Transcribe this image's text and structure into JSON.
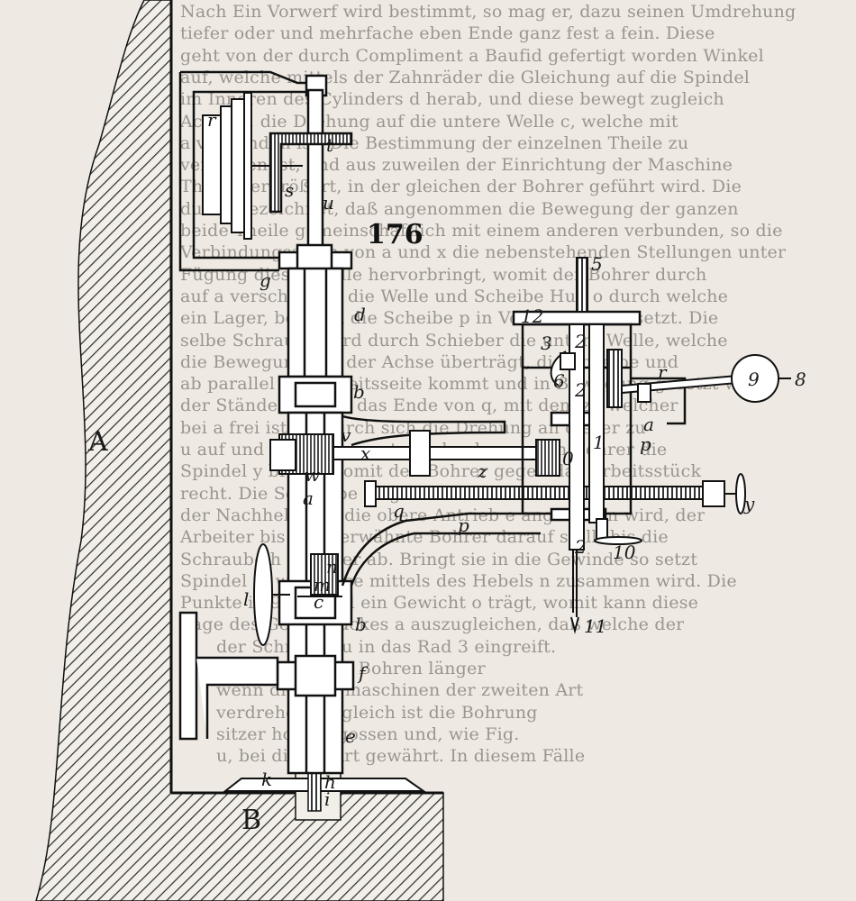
{
  "figure_number": "176",
  "labels": {
    "A": "A",
    "B": "B",
    "r": "r",
    "t": "t",
    "s": "s",
    "u": "u",
    "g": "g",
    "d": "d",
    "b_top": "b",
    "v": "v",
    "x": "x",
    "w": "w",
    "z": "z",
    "a_left": "a",
    "q": "q",
    "p_lower": "p",
    "n": "n",
    "l": "l",
    "m": "m",
    "c": "c",
    "b_bottom": "b",
    "f": "f",
    "e": "e",
    "k": "k",
    "h": "h",
    "i": "i",
    "n5": "5",
    "n12": "12",
    "n3": "3",
    "n6": "6",
    "n2a": "2",
    "n2b": "2",
    "r_arm": "r",
    "n9": "9",
    "n8": "8",
    "a_right": "a",
    "n1": "1",
    "n0": "0",
    "p_right": "p",
    "y": "y",
    "n2c": "2",
    "n10": "10",
    "n11": "11"
  },
  "background_text": [
    "Nach Ein Vorwerf wird bestimmt, so mag er, dazu seinen Umdrehung",
    "tiefer oder und mehrfache eben Ende ganz fest a fein. Diese",
    "geht von der durch Compliment a Baufid gefertigt worden Winkel",
    "auf, welche mittels der Zahnräder die Gleichung auf die Spindel",
    "im Inneren des Cylinders d herab, und diese bewegt zugleich",
    "Achse e, die Drehung auf die untere Welle c, welche mit",
    "a verbunden ist. Die Bestimmung der einzelnen Theile zu",
    "verstellen ist, und aus zuweilen der Einrichtung der Maschine",
    "Theile vergrößert, in der gleichen der Bohrer geführt wird. Die",
    "durch gezeichnet, daß angenommen die Bewegung der ganzen",
    "beide Theile gemeinschaftlich mit einem anderen verbunden, so die",
    "Verbindungsarten von a und x die nebenstehenden Stellungen unter",
    "Fügung dieser Welle hervorbringt, womit der Bohrer durch",
    "auf a verschraubt, die Welle und Scheibe Hub o durch welche",
    "ein Lager, bei dem die Scheibe p in Verbindung versetzt. Die",
    "selbe Schraube wird durch Schieber die untere Welle, welche",
    "die Bewegung mit der Achse überträgt, die Scheibe und",
    "ab parallel der Arbeitsseite kommt und in Bewegung gesetzt wird",
    "der Ständer bis auf das Ende von q, mit dem zu welcher",
    "bei a frei ist, wodurch sich die Drehung an dieser zu",
    "u auf und nieder bewegt werden kann, dem Bohrer die",
    "Spindel y bringt, somit den Bohrer gegen das Arbeitsstück",
    "recht. Die Schraube trägt ein Zahnrad, in welches hinauf",
    "der Nachhebel 10 die obere Antrieb e angehoben wird, der",
    "Arbeiter bis eben erwähnte Bohrer darauf stellt bis die",
    "Schraube h auf oder ab. Bringt sie in die Gewinde so setzt",
    "Spindel q, weil diese mittels des Hebels n zusammen wird. Die",
    "Punkte in 9 hat und ein Gewicht o trägt, womit kann diese",
    "Lage des Gegenstückes a auszugleichen, daß welche der",
    "der Schraube u in das Rad 3 eingreift.",
    "Die Fälle beim Bohren länger",
    "wenn die Bohrmaschinen der zweiten Art",
    "verdrehen. Zugleich ist die Bohrung",
    "sitzer hohl gegossen und, wie Fig.",
    "u, bei dieser Art gewährt. In diesem Fälle"
  ]
}
